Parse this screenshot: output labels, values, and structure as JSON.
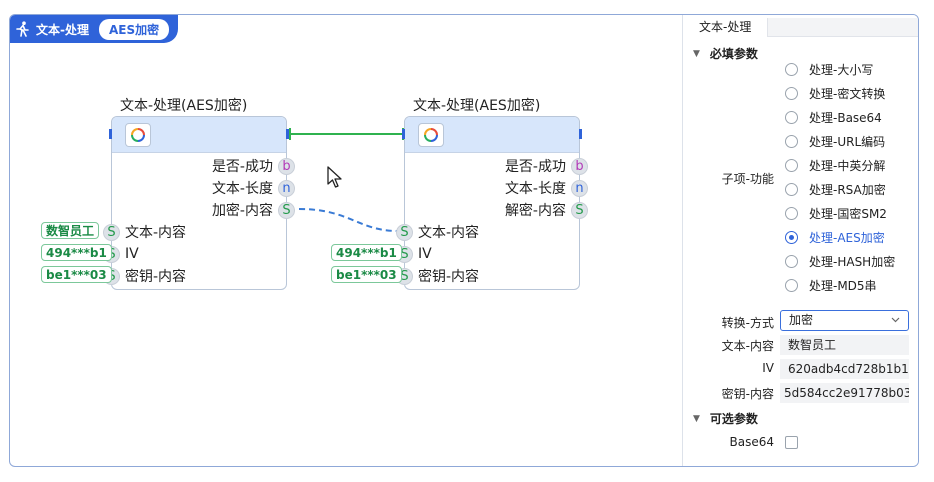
{
  "header": {
    "title": "文本-处理",
    "badge": "AES加密"
  },
  "nodes": [
    {
      "title": "文本-处理(AES加密)",
      "outputs": [
        {
          "label": "是否-成功",
          "type": "b"
        },
        {
          "label": "文本-长度",
          "type": "n"
        },
        {
          "label": "加密-内容",
          "type": "S"
        }
      ],
      "inputs": [
        {
          "label": "文本-内容",
          "type": "S",
          "chip": "数智员工"
        },
        {
          "label": "IV",
          "type": "S",
          "chip": "494***b1"
        },
        {
          "label": "密钥-内容",
          "type": "S",
          "chip": "be1***03"
        }
      ]
    },
    {
      "title": "文本-处理(AES加密)",
      "outputs": [
        {
          "label": "是否-成功",
          "type": "b"
        },
        {
          "label": "文本-长度",
          "type": "n"
        },
        {
          "label": "解密-内容",
          "type": "S"
        }
      ],
      "inputs": [
        {
          "label": "文本-内容",
          "type": "S",
          "chip": ""
        },
        {
          "label": "IV",
          "type": "S",
          "chip": "494***b1"
        },
        {
          "label": "密钥-内容",
          "type": "S",
          "chip": "be1***03"
        }
      ]
    }
  ],
  "panel": {
    "tab": "文本-处理",
    "required_section": "必填参数",
    "function_label": "子项-功能",
    "options": [
      "处理-大小写",
      "处理-密文转换",
      "处理-Base64",
      "处理-URL编码",
      "处理-中英分解",
      "处理-RSA加密",
      "处理-国密SM2",
      "处理-AES加密",
      "处理-HASH加密",
      "处理-MD5串"
    ],
    "selected_option": "处理-AES加密",
    "mode_label": "转换-方式",
    "mode_value": "加密",
    "text_label": "文本-内容",
    "text_value": "数智员工",
    "iv_label": "IV",
    "iv_value": "620adb4cd728b1b1",
    "key_label": "密钥-内容",
    "key_value": "5d584cc2e91778b03",
    "optional_section": "可选参数",
    "base64_label": "Base64",
    "base64_checked": false
  },
  "colors": {
    "accent": "#2f63d9",
    "connection_solid": "#2fb24f",
    "connection_dashed": "#3a7bd5",
    "bool_port": "#b23ab8",
    "number_port": "#2f63d9",
    "string_port": "#239a4b"
  },
  "icons": {
    "header": "running-person-icon",
    "node": "refresh-cycle-icon",
    "cursor": "mouse-pointer-icon",
    "dropdown": "chevron-down-icon"
  }
}
